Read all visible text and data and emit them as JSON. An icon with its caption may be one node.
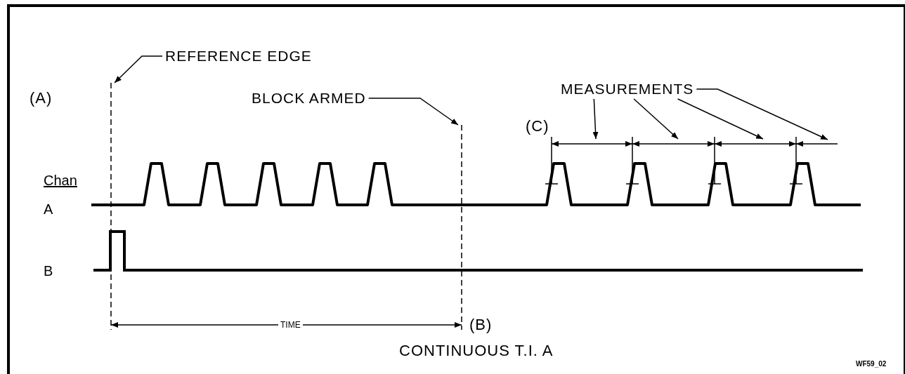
{
  "diagram": {
    "caption": "CONTINUOUS T.I. A",
    "nodes": [
      {
        "text": [
          "REFERENCE EDGE"
        ]
      },
      {
        "text": [
          "BLOCK ARMED"
        ]
      },
      {
        "text": [
          "MEASUREMENTS"
        ]
      }
    ],
    "edges": [
      {
        "from": 0,
        "to": null,
        "arrow": "to"
      },
      {
        "from": 1,
        "to": null,
        "arrow": "to"
      },
      {
        "from": 2,
        "to": null,
        "arrow": "to"
      },
      {
        "from": 2,
        "to": null,
        "arrow": "to"
      },
      {
        "from": 2,
        "to": null,
        "arrow": "to"
      },
      {
        "from": 2,
        "to": null,
        "arrow": "to"
      }
    ],
    "labels": [
      "(A)",
      "(C)",
      "Chan",
      "A",
      "B",
      "TIME",
      "(B)",
      "WF59_02"
    ]
  }
}
